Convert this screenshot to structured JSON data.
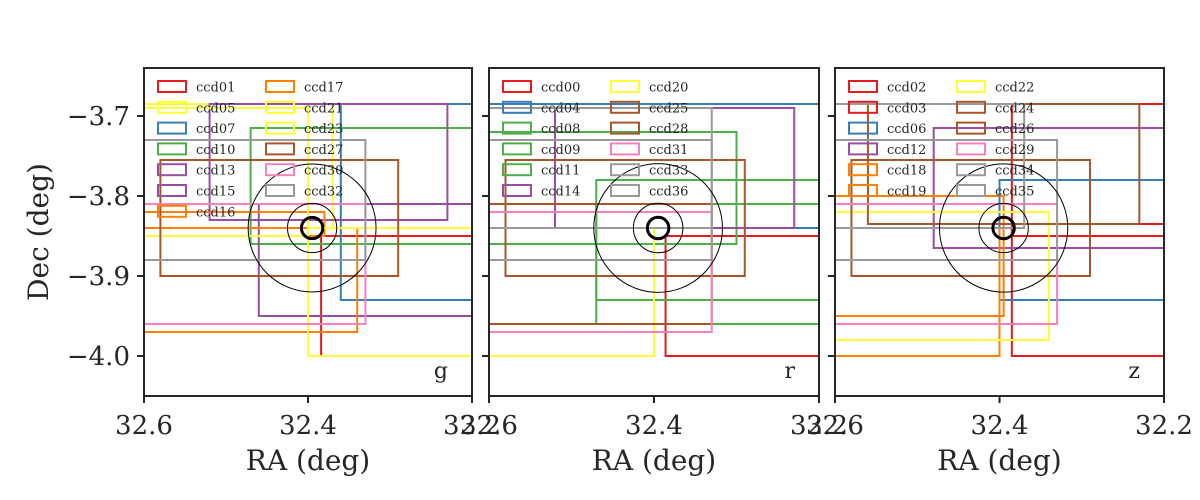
{
  "chart_data": [
    {
      "type": "line",
      "panel_label": "g",
      "xlabel": "RA (deg)",
      "ylabel": "Dec (deg)",
      "xlim": [
        32.6,
        32.2
      ],
      "ylim": [
        -4.05,
        -3.64
      ],
      "xticks": [
        32.6,
        32.4,
        32.2
      ],
      "xtick_labels": [
        "32.6",
        "32.4",
        "32.2"
      ],
      "yticks": [
        -3.7,
        -3.8,
        -3.9,
        -4.0
      ],
      "ytick_labels": [
        "−3.7",
        "−3.8",
        "−3.9",
        "−4.0"
      ],
      "circles": [
        {
          "ra": 32.395,
          "dec": -3.84,
          "radius": 0.078,
          "style": "solid"
        },
        {
          "ra": 32.395,
          "dec": -3.84,
          "radius": 0.03,
          "style": "solid"
        },
        {
          "ra": 32.395,
          "dec": -3.84,
          "radius": 0.013,
          "style": "bold"
        }
      ],
      "legend": {
        "location": "upper-left",
        "columns": 2
      },
      "series": [
        {
          "name": "ccd01",
          "color": "#e41a1c",
          "ra": [
            32.384,
            32.18
          ],
          "dec": [
            -4.0,
            -3.85
          ]
        },
        {
          "name": "ccd05",
          "color": "#ffff33",
          "ra": [
            32.62,
            32.37
          ],
          "dec": [
            -3.84,
            -3.685
          ]
        },
        {
          "name": "ccd07",
          "color": "#377eb8",
          "ra": [
            32.36,
            32.18
          ],
          "dec": [
            -3.93,
            -3.685
          ]
        },
        {
          "name": "ccd10",
          "color": "#4daf4a",
          "ra": [
            32.47,
            32.18
          ],
          "dec": [
            -3.86,
            -3.715
          ]
        },
        {
          "name": "ccd13",
          "color": "#984ea3",
          "ra": [
            32.52,
            32.23
          ],
          "dec": [
            -3.83,
            -3.685
          ]
        },
        {
          "name": "ccd15",
          "color": "#984ea3",
          "ra": [
            32.46,
            32.18
          ],
          "dec": [
            -3.95,
            -3.81
          ]
        },
        {
          "name": "ccd16",
          "color": "#ff7f00",
          "ra": [
            32.62,
            32.38
          ],
          "dec": [
            -3.85,
            -3.82
          ]
        },
        {
          "name": "ccd17",
          "color": "#ff7f00",
          "ra": [
            32.62,
            32.34
          ],
          "dec": [
            -3.97,
            -3.84
          ]
        },
        {
          "name": "ccd21",
          "color": "#ffff33",
          "ra": [
            32.62,
            32.4
          ],
          "dec": [
            -3.85,
            -3.69
          ]
        },
        {
          "name": "ccd23",
          "color": "#ffff33",
          "ra": [
            32.4,
            32.18
          ],
          "dec": [
            -4.0,
            -3.84
          ]
        },
        {
          "name": "ccd27",
          "color": "#a65628",
          "ra": [
            32.58,
            32.29
          ],
          "dec": [
            -3.9,
            -3.755
          ]
        },
        {
          "name": "ccd30",
          "color": "#f781bf",
          "ra": [
            32.62,
            32.33
          ],
          "dec": [
            -3.96,
            -3.81
          ]
        },
        {
          "name": "ccd32",
          "color": "#999999",
          "ra": [
            32.62,
            32.33
          ],
          "dec": [
            -3.88,
            -3.73
          ]
        }
      ]
    },
    {
      "type": "line",
      "panel_label": "r",
      "xlabel": "RA (deg)",
      "ylabel": "",
      "xlim": [
        32.6,
        32.2
      ],
      "ylim": [
        -4.05,
        -3.64
      ],
      "xticks": [
        32.6,
        32.4,
        32.2
      ],
      "xtick_labels": [
        "32.6",
        "32.4",
        "32.2"
      ],
      "yticks": [
        -3.7,
        -3.8,
        -3.9,
        -4.0
      ],
      "ytick_labels": [
        "",
        "",
        "",
        ""
      ],
      "circles": [
        {
          "ra": 32.395,
          "dec": -3.84,
          "radius": 0.078,
          "style": "solid"
        },
        {
          "ra": 32.395,
          "dec": -3.84,
          "radius": 0.03,
          "style": "solid"
        },
        {
          "ra": 32.395,
          "dec": -3.84,
          "radius": 0.013,
          "style": "bold"
        }
      ],
      "legend": {
        "location": "upper-left",
        "columns": 2
      },
      "series": [
        {
          "name": "ccd00",
          "color": "#e41a1c",
          "ra": [
            32.386,
            32.18
          ],
          "dec": [
            -4.0,
            -3.85
          ]
        },
        {
          "name": "ccd04",
          "color": "#377eb8",
          "ra": [
            32.62,
            32.18
          ],
          "dec": [
            -3.84,
            -3.685
          ]
        },
        {
          "name": "ccd08",
          "color": "#4daf4a",
          "ra": [
            32.47,
            32.18
          ],
          "dec": [
            -3.96,
            -3.81
          ]
        },
        {
          "name": "ccd09",
          "color": "#4daf4a",
          "ra": [
            32.47,
            32.18
          ],
          "dec": [
            -3.93,
            -3.78
          ]
        },
        {
          "name": "ccd11",
          "color": "#4daf4a",
          "ra": [
            32.62,
            32.3
          ],
          "dec": [
            -3.86,
            -3.72
          ]
        },
        {
          "name": "ccd14",
          "color": "#984ea3",
          "ra": [
            32.52,
            32.23
          ],
          "dec": [
            -3.84,
            -3.69
          ]
        },
        {
          "name": "ccd20",
          "color": "#ffff33",
          "ra": [
            32.62,
            32.4
          ],
          "dec": [
            -4.0,
            -3.84
          ]
        },
        {
          "name": "ccd25",
          "color": "#a65628",
          "ra": [
            32.58,
            32.29
          ],
          "dec": [
            -3.9,
            -3.755
          ]
        },
        {
          "name": "ccd28",
          "color": "#a65628",
          "ra": [
            32.62,
            32.33
          ],
          "dec": [
            -3.96,
            -3.81
          ]
        },
        {
          "name": "ccd31",
          "color": "#f781bf",
          "ra": [
            32.62,
            32.33
          ],
          "dec": [
            -3.97,
            -3.82
          ]
        },
        {
          "name": "ccd33",
          "color": "#999999",
          "ra": [
            32.62,
            32.33
          ],
          "dec": [
            -3.88,
            -3.73
          ]
        },
        {
          "name": "ccd36",
          "color": "#999999",
          "ra": [
            32.62,
            32.33
          ],
          "dec": [
            -3.84,
            -3.69
          ]
        }
      ]
    },
    {
      "type": "line",
      "panel_label": "z",
      "xlabel": "RA (deg)",
      "ylabel": "",
      "xlim": [
        32.6,
        32.2
      ],
      "ylim": [
        -4.05,
        -3.64
      ],
      "xticks": [
        32.6,
        32.4,
        32.2
      ],
      "xtick_labels": [
        "32.6",
        "32.4",
        "32.2"
      ],
      "yticks": [
        -3.7,
        -3.8,
        -3.9,
        -4.0
      ],
      "ytick_labels": [
        "",
        "",
        "",
        ""
      ],
      "circles": [
        {
          "ra": 32.395,
          "dec": -3.84,
          "radius": 0.078,
          "style": "solid"
        },
        {
          "ra": 32.395,
          "dec": -3.84,
          "radius": 0.03,
          "style": "solid"
        },
        {
          "ra": 32.395,
          "dec": -3.84,
          "radius": 0.013,
          "style": "bold"
        }
      ],
      "legend": {
        "location": "upper-left",
        "columns": 2
      },
      "series": [
        {
          "name": "ccd02",
          "color": "#e41a1c",
          "ra": [
            32.385,
            32.18
          ],
          "dec": [
            -4.0,
            -3.835
          ]
        },
        {
          "name": "ccd03",
          "color": "#e41a1c",
          "ra": [
            32.385,
            32.18
          ],
          "dec": [
            -3.85,
            -3.685
          ]
        },
        {
          "name": "ccd06",
          "color": "#377eb8",
          "ra": [
            32.4,
            32.18
          ],
          "dec": [
            -3.93,
            -3.78
          ]
        },
        {
          "name": "ccd12",
          "color": "#984ea3",
          "ra": [
            32.48,
            32.18
          ],
          "dec": [
            -3.865,
            -3.715
          ]
        },
        {
          "name": "ccd18",
          "color": "#ff7f00",
          "ra": [
            32.62,
            32.4
          ],
          "dec": [
            -4.0,
            -3.84
          ]
        },
        {
          "name": "ccd19",
          "color": "#ff7f00",
          "ra": [
            32.62,
            32.395
          ],
          "dec": [
            -3.95,
            -3.8
          ]
        },
        {
          "name": "ccd22",
          "color": "#ffff33",
          "ra": [
            32.62,
            32.34
          ],
          "dec": [
            -3.98,
            -3.82
          ]
        },
        {
          "name": "ccd24",
          "color": "#a65628",
          "ra": [
            32.56,
            32.23
          ],
          "dec": [
            -3.835,
            -3.685
          ]
        },
        {
          "name": "ccd26",
          "color": "#a65628",
          "ra": [
            32.58,
            32.29
          ],
          "dec": [
            -3.9,
            -3.755
          ]
        },
        {
          "name": "ccd29",
          "color": "#f781bf",
          "ra": [
            32.62,
            32.33
          ],
          "dec": [
            -3.96,
            -3.81
          ]
        },
        {
          "name": "ccd34",
          "color": "#999999",
          "ra": [
            32.62,
            32.33
          ],
          "dec": [
            -3.88,
            -3.73
          ]
        },
        {
          "name": "ccd35",
          "color": "#999999",
          "ra": [
            32.62,
            32.37
          ],
          "dec": [
            -3.84,
            -3.685
          ]
        }
      ]
    }
  ]
}
